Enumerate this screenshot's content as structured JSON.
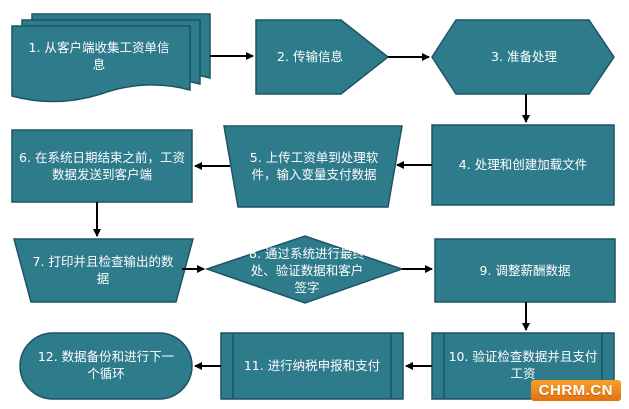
{
  "colors": {
    "fill": "#2e7b8c",
    "border": "#1d5463",
    "arrow": "#000000",
    "watermark": "#f08a1c"
  },
  "nodes": {
    "n1": {
      "label": "1. 从客户端收集工资单信息",
      "shape": "multidocument"
    },
    "n2": {
      "label": "2. 传输信息",
      "shape": "pentagon-arrow"
    },
    "n3": {
      "label": "3. 准备处理",
      "shape": "hexagon"
    },
    "n4": {
      "label": "4. 处理和创建加载文件",
      "shape": "rectangle"
    },
    "n5": {
      "label": "5. 上传工资单到处理软件，输入变量支付数据",
      "shape": "trapezoid"
    },
    "n6": {
      "label": "6. 在系统日期结束之前，工资数据发送到客户端",
      "shape": "rectangle"
    },
    "n7": {
      "label": "7. 打印并且检查输出的数据",
      "shape": "manual-operation"
    },
    "n8": {
      "label": "8. 通过系统进行最终处、验证数据和客户签字",
      "shape": "diamond"
    },
    "n9": {
      "label": "9. 调整薪酬数据",
      "shape": "rectangle"
    },
    "n10": {
      "label": "10. 验证检查数据并且支付工资",
      "shape": "predefined-process"
    },
    "n11": {
      "label": "11. 进行纳税申报和支付",
      "shape": "predefined-process"
    },
    "n12": {
      "label": "12. 数据备份和进行下一个循环",
      "shape": "terminator"
    }
  },
  "edges": [
    [
      "n1",
      "n2"
    ],
    [
      "n2",
      "n3"
    ],
    [
      "n3",
      "n4"
    ],
    [
      "n4",
      "n5"
    ],
    [
      "n5",
      "n6"
    ],
    [
      "n6",
      "n7"
    ],
    [
      "n7",
      "n8"
    ],
    [
      "n8",
      "n9"
    ],
    [
      "n9",
      "n10"
    ],
    [
      "n10",
      "n11"
    ],
    [
      "n11",
      "n12"
    ]
  ],
  "watermark": "CHRM.CN"
}
